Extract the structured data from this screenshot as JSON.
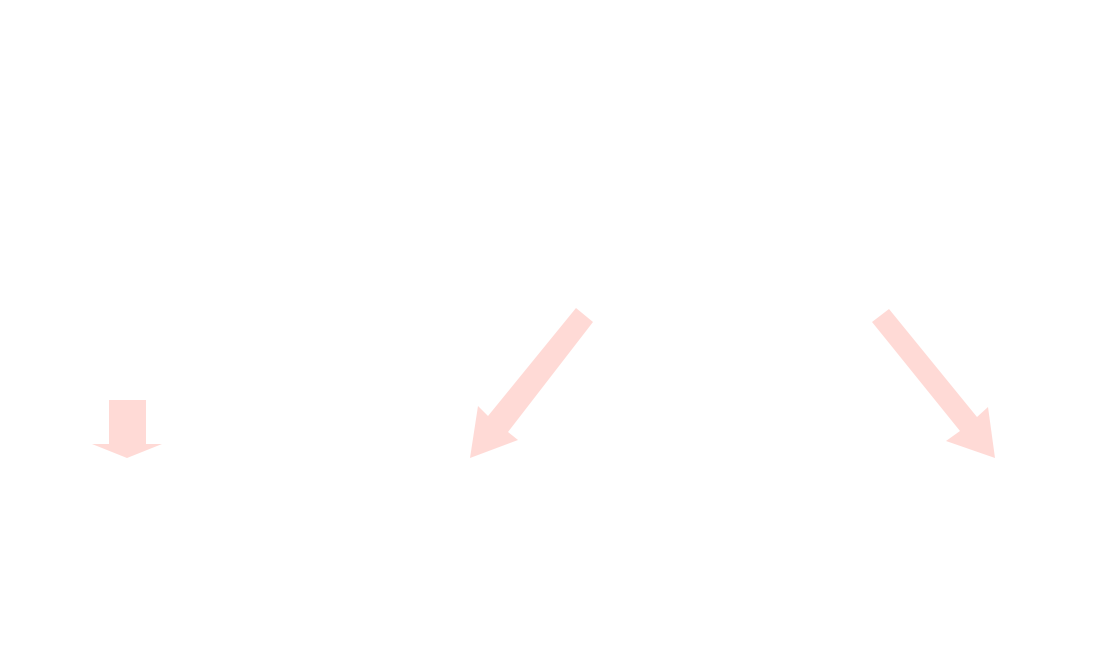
{
  "colors": {
    "background": "#ffffff",
    "arrow_fill": "#ffdad6"
  },
  "arrows": [
    {
      "name": "arrow-down-left-short",
      "direction": "down",
      "icon": "arrow-down-icon"
    },
    {
      "name": "arrow-down-left-diagonal",
      "direction": "down-left",
      "icon": "arrow-down-left-icon"
    },
    {
      "name": "arrow-down-right-diagonal",
      "direction": "down-right",
      "icon": "arrow-down-right-icon"
    }
  ]
}
